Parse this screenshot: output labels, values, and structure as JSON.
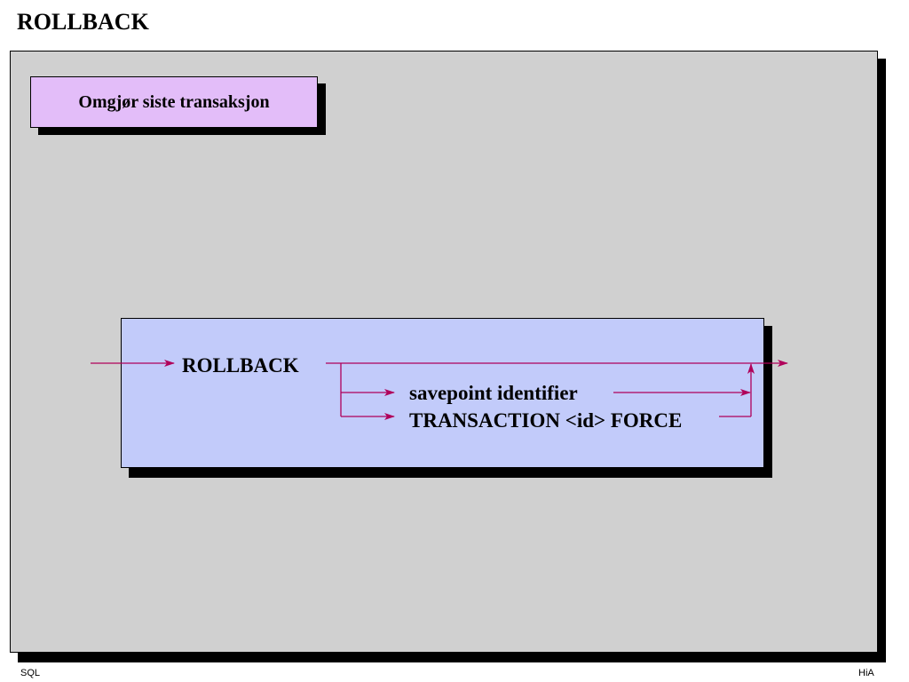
{
  "page": {
    "title": "ROLLBACK"
  },
  "subtitle": "Omgjør siste transaksjon",
  "syntax": {
    "keyword": "ROLLBACK",
    "option1": "savepoint identifier",
    "option2": "TRANSACTION <id> FORCE",
    "line_color": "#b0005a"
  },
  "footer": {
    "left": "SQL",
    "right": "HiA"
  }
}
